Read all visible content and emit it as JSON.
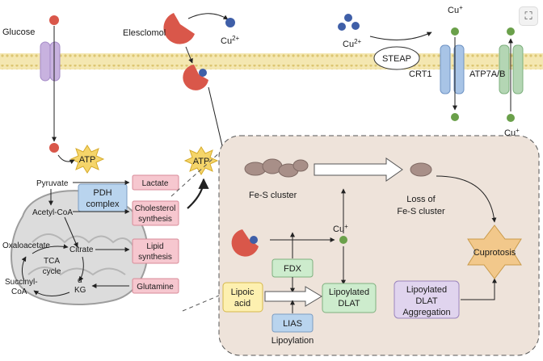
{
  "labels": {
    "glucose": "Glucose",
    "elesclomol": "Elesclomol",
    "cu2_left": "Cu",
    "cu2_left_sup": "2+",
    "cu2_right": "Cu",
    "cu2_right_sup": "2+",
    "cu_plus_top": "Cu",
    "cu_plus_top_sup": "+",
    "cu_plus_bottom": "Cu",
    "cu_plus_bottom_sup": "+",
    "cu_plus_mid": "Cu",
    "cu_plus_mid_sup": "+",
    "steap": "STEAP",
    "crt1": "CRT1",
    "atp7ab": "ATP7A/B",
    "atp1": "ATP",
    "atp2": "ATP",
    "pyruvate": "Pyruvate",
    "acetyl_coa": "Acetyl-CoA",
    "pdh_line1": "PDH",
    "pdh_line2": "complex",
    "citrate": "Citrate",
    "oxaloacetate": "Oxaloacetate",
    "tca_line1": "TCA",
    "tca_line2": "cycle",
    "succinyl_line1": "Succinyl-",
    "succinyl_line2": "CoA",
    "akg_line1": "α",
    "akg_line2": "KG",
    "lactate": "Lactate",
    "cholesterol_line1": "Cholesterol",
    "cholesterol_line2": "synthesis",
    "lipid_line1": "Lipid",
    "lipid_line2": "synthesis",
    "glutamine": "Glutamine",
    "fes_cluster": "Fe-S cluster",
    "loss_line1": "Loss of",
    "loss_line2": "Fe-S cluster",
    "fdx": "FDX",
    "lipoic_line1": "Lipoic",
    "lipoic_line2": "acid",
    "lias": "LIAS",
    "lipoylation": "Lipoylation",
    "lipoylated_line1": "Lipoylated",
    "lipoylated_line2": "DLAT",
    "aggregation_line1": "Lipoylated",
    "aggregation_line2": "DLAT",
    "aggregation_line3": "Aggregation",
    "cuproptosis": "Cuprotosis"
  },
  "icons": {
    "corner_button": "expand-icon",
    "corner_glyph": "⛶"
  },
  "colors": {
    "membrane": "#f1e3a6",
    "membrane_dots": "#d9c070",
    "copper_ball": "#6aa04a",
    "glucose_ball": "#d9574a",
    "elesclomol": "#d9574a",
    "cu2_ball": "#3f5fa8",
    "atp_star": "#f5d56a",
    "pink_box": "#f6c7cf",
    "blue_box": "#b9d4ee",
    "green_box": "#cdeccd",
    "yellow_box": "#fdf0b0",
    "purple_box": "#e0d4ee",
    "panel": "#eee3da",
    "fes": "#a88f88",
    "cuproptosis_star": "#f2c88b"
  }
}
